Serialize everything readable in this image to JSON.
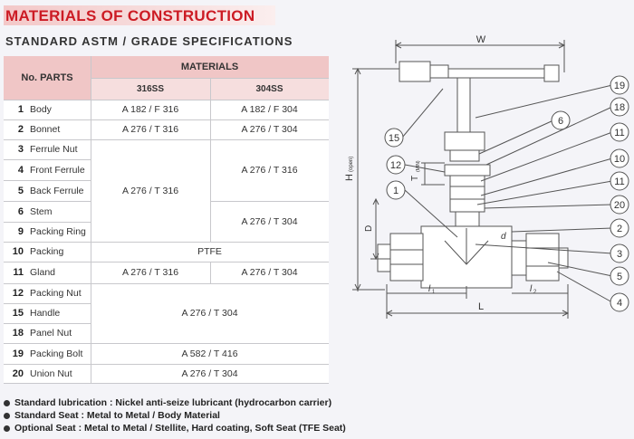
{
  "title": "MATERIALS OF CONSTRUCTION",
  "subtitle": "STANDARD ASTM / GRADE SPECIFICATIONS",
  "table": {
    "header_no_parts": "No. PARTS",
    "header_materials": "MATERIALS",
    "header_316": "316SS",
    "header_304": "304SS"
  },
  "rows": [
    {
      "no": "1",
      "part": "Body",
      "m316": "A 182 / F 316",
      "m304": "A 182 / F 304"
    },
    {
      "no": "2",
      "part": "Bonnet",
      "m316": "A 276 / T 316",
      "m304": "A 276 / T 304"
    },
    {
      "no": "3",
      "part": "Ferrule Nut"
    },
    {
      "no": "4",
      "part": "Front Ferrule"
    },
    {
      "no": "5",
      "part": "Back Ferrule"
    },
    {
      "no": "6",
      "part": "Stem"
    },
    {
      "no": "9",
      "part": "Packing Ring"
    },
    {
      "no": "10",
      "part": "Packing"
    },
    {
      "no": "11",
      "part": "Gland",
      "m316": "A 276 / T 316",
      "m304": "A 276 / T 304"
    },
    {
      "no": "12",
      "part": "Packing Nut"
    },
    {
      "no": "15",
      "part": "Handle"
    },
    {
      "no": "18",
      "part": "Panel Nut"
    },
    {
      "no": "19",
      "part": "Packing Bolt"
    },
    {
      "no": "20",
      "part": "Union Nut"
    }
  ],
  "merged": {
    "ferrule_316": "A 276 / T 316",
    "ferrule_304": "A 276 / T 316",
    "stem_304": "A 276 / T 304",
    "packing": "PTFE",
    "nut_handle": "A 276 / T 304",
    "packing_bolt": "A 582 / T 416",
    "union_nut": "A 276 / T 304"
  },
  "notes": [
    "Standard lubrication : Nickel anti-seize lubricant (hydrocarbon carrier)",
    "Standard Seat : Metal to Metal / Body Material",
    "Optional Seat : Metal to Metal / Stellite, Hard coating, Soft Seat (TFE Seat)"
  ],
  "drawing": {
    "dim_w": "W",
    "dim_h": "H",
    "dim_h_sub": "(open)",
    "dim_t": "T",
    "dim_t_sub": "(MIN)",
    "dim_d": "D",
    "dim_d_small": "d",
    "dim_l": "L",
    "dim_l1": "l",
    "dim_l1_sub": "1",
    "dim_l2": "l",
    "dim_l2_sub": "2",
    "callouts_left": [
      "15",
      "12",
      "1"
    ],
    "callouts_right": [
      "19",
      "6",
      "18",
      "11",
      "10",
      "11",
      "20",
      "2",
      "3",
      "5",
      "4"
    ]
  }
}
